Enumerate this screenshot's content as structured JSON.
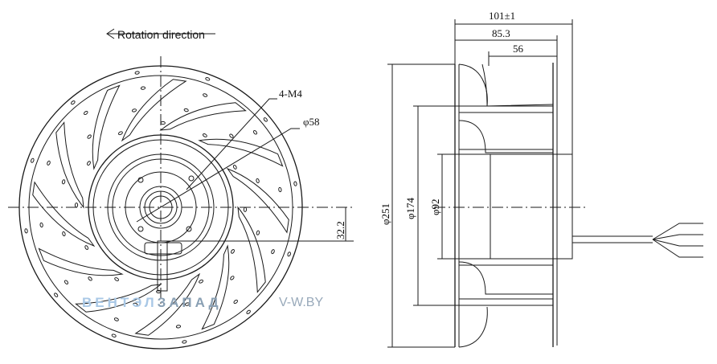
{
  "labels": {
    "rotation": "Rotation direction",
    "mount": "4-M4",
    "hub_diameter": "φ58",
    "offset": "32.2"
  },
  "dimensions": {
    "overall_length": "101±1",
    "housing_length": "85.3",
    "motor_length": "56",
    "impeller_diameter": "φ251",
    "inlet_diameter": "φ174",
    "hub_diameter": "φ92"
  },
  "watermark": {
    "brand_part1": "ВЕНТЭЛ",
    "brand_part2": "ЗАПАД",
    "site": "V-W.BY"
  },
  "colors": {
    "line": "#1a1a1a",
    "watermark_light": "#a9c8e6",
    "watermark_dark": "#8aa0b4"
  }
}
